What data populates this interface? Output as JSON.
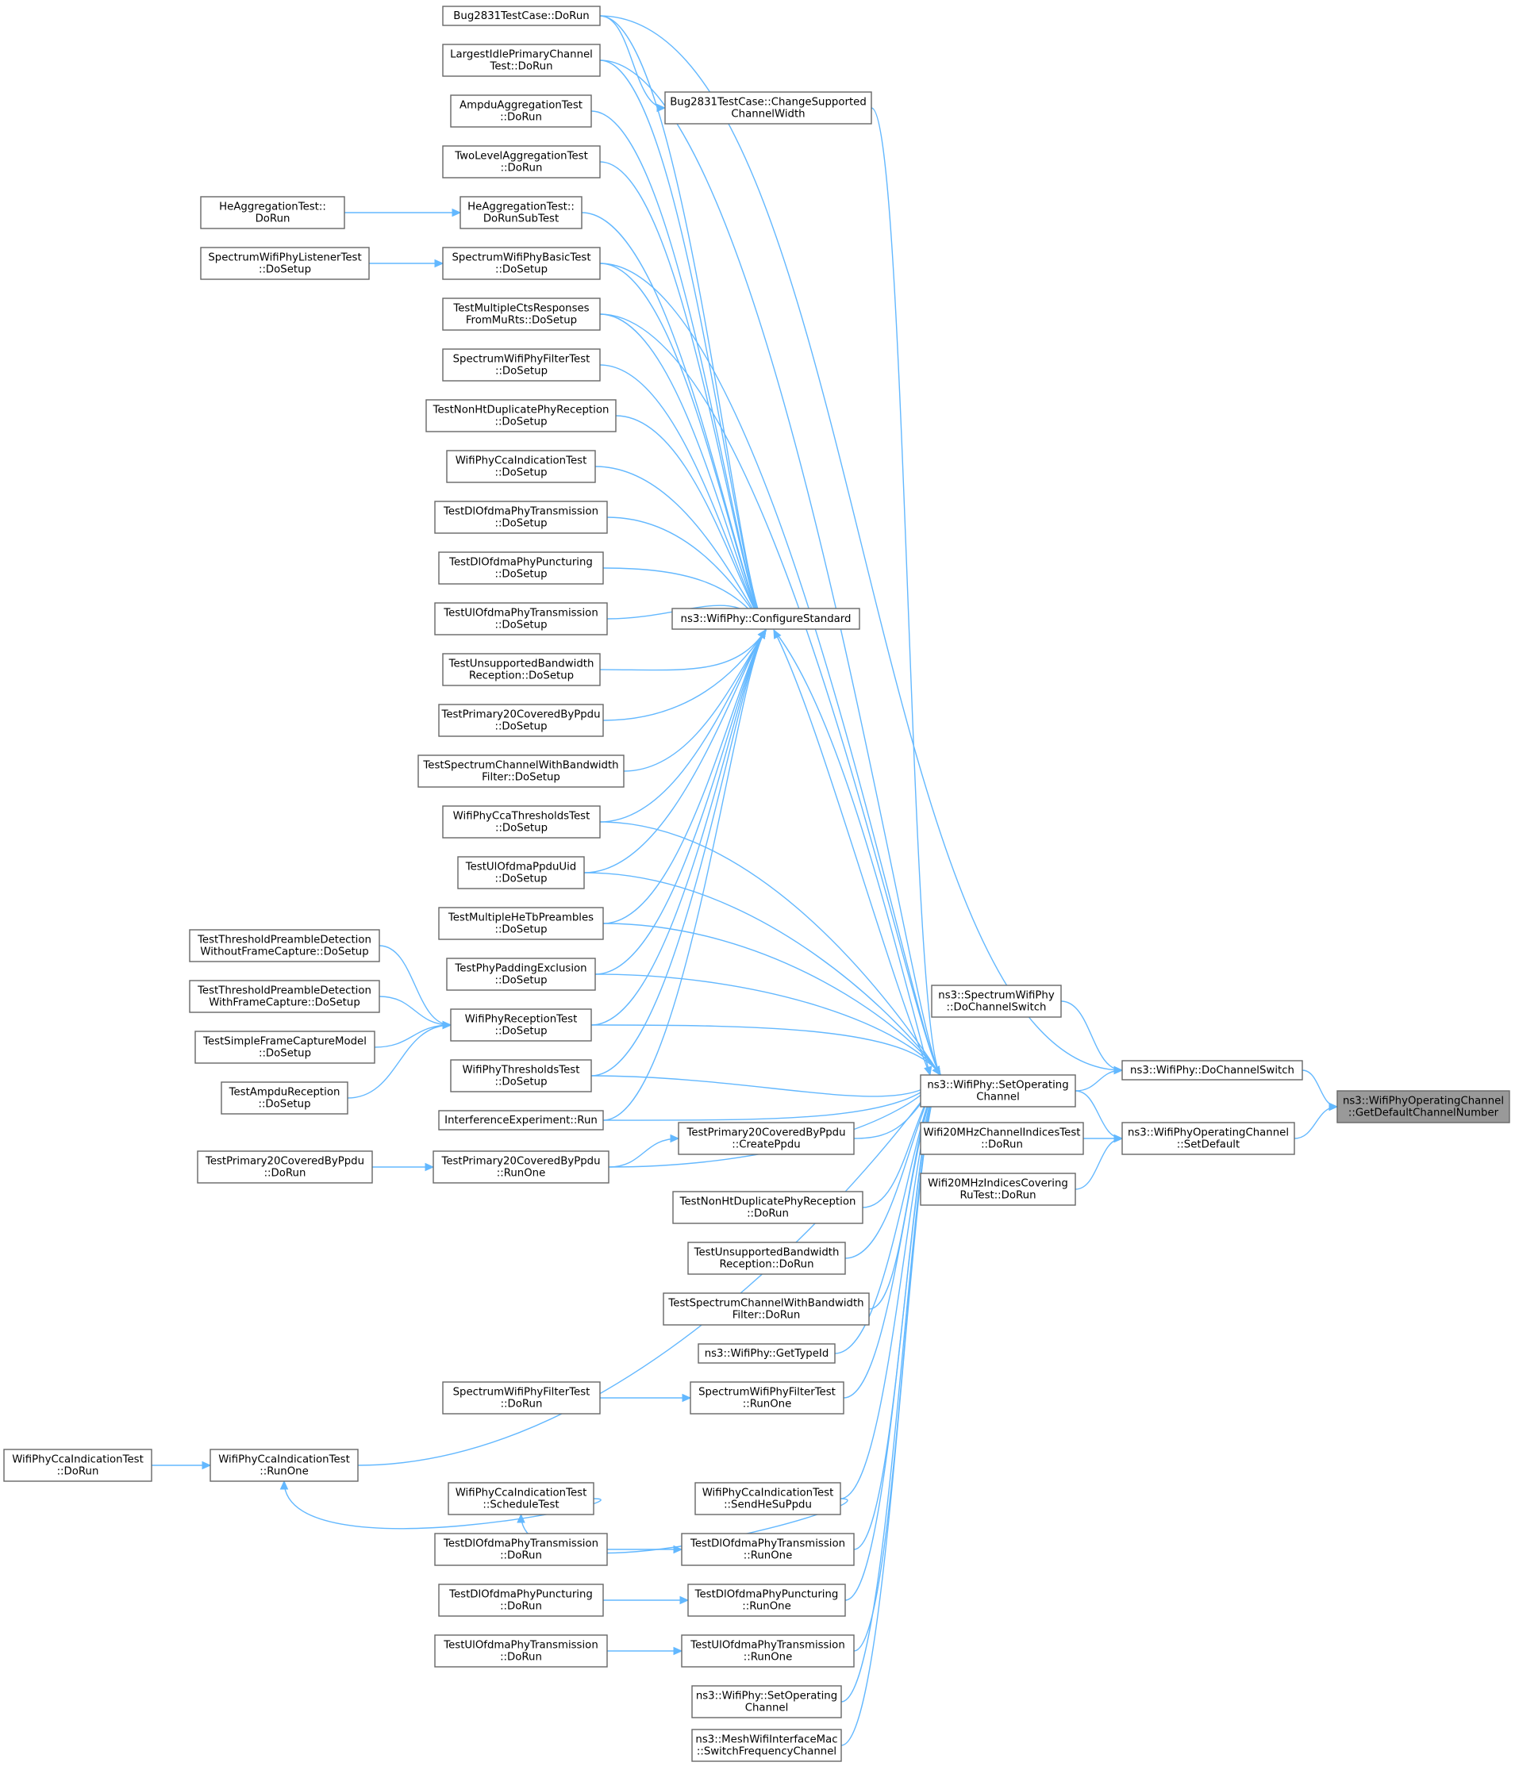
{
  "graph": {
    "target": "GetDefaultChannelNumber",
    "nodes": [
      {
        "id": "GetDefaultChannelNumber",
        "lines": [
          "ns3::WifiPhyOperatingChannel",
          "::GetDefaultChannelNumber"
        ]
      },
      {
        "id": "DoChannelSwitch",
        "lines": [
          "ns3::WifiPhy::DoChannelSwitch"
        ]
      },
      {
        "id": "SetDefault",
        "lines": [
          "ns3::WifiPhyOperatingChannel",
          "::SetDefault"
        ]
      },
      {
        "id": "SpectrumDoChannelSwitch",
        "lines": [
          "ns3::SpectrumWifiPhy",
          "::DoChannelSwitch"
        ]
      },
      {
        "id": "Wifi20MHzChannelIndices",
        "lines": [
          "Wifi20MHzChannelIndicesTest",
          "::DoRun"
        ]
      },
      {
        "id": "Wifi20MHzIndicesCovering",
        "lines": [
          "Wifi20MHzIndicesCovering",
          "RuTest::DoRun"
        ]
      },
      {
        "id": "SetOperatingChannel",
        "lines": [
          "ns3::WifiPhy::SetOperating",
          "Channel"
        ]
      },
      {
        "id": "ConfigureStandard",
        "lines": [
          "ns3::WifiPhy::ConfigureStandard"
        ]
      },
      {
        "id": "Bug2831ChangeSupported",
        "lines": [
          "Bug2831TestCase::ChangeSupported",
          "ChannelWidth"
        ]
      },
      {
        "id": "Bug2831DoRun",
        "lines": [
          "Bug2831TestCase::DoRun"
        ]
      },
      {
        "id": "LargestIdle",
        "lines": [
          "LargestIdlePrimaryChannel",
          "Test::DoRun"
        ]
      },
      {
        "id": "AmpduAggregation",
        "lines": [
          "AmpduAggregationTest",
          "::DoRun"
        ]
      },
      {
        "id": "TwoLevelAggregation",
        "lines": [
          "TwoLevelAggregationTest",
          "::DoRun"
        ]
      },
      {
        "id": "HeAggregationSub",
        "lines": [
          "HeAggregationTest::",
          "DoRunSubTest"
        ]
      },
      {
        "id": "HeAggregationDoRun",
        "lines": [
          "HeAggregationTest::",
          "DoRun"
        ]
      },
      {
        "id": "SpectrumBasic",
        "lines": [
          "SpectrumWifiPhyBasicTest",
          "::DoSetup"
        ]
      },
      {
        "id": "SpectrumListener",
        "lines": [
          "SpectrumWifiPhyListenerTest",
          "::DoSetup"
        ]
      },
      {
        "id": "MultipleCts",
        "lines": [
          "TestMultipleCtsResponses",
          "FromMuRts::DoSetup"
        ]
      },
      {
        "id": "SpectrumFilterSetup",
        "lines": [
          "SpectrumWifiPhyFilterTest",
          "::DoSetup"
        ]
      },
      {
        "id": "NonHtDupSetup",
        "lines": [
          "TestNonHtDuplicatePhyReception",
          "::DoSetup"
        ]
      },
      {
        "id": "CcaIndicationSetup",
        "lines": [
          "WifiPhyCcaIndicationTest",
          "::DoSetup"
        ]
      },
      {
        "id": "DlOfdmaTxSetup",
        "lines": [
          "TestDlOfdmaPhyTransmission",
          "::DoSetup"
        ]
      },
      {
        "id": "DlOfdmaPuncSetup",
        "lines": [
          "TestDlOfdmaPhyPuncturing",
          "::DoSetup"
        ]
      },
      {
        "id": "UlOfdmaTxSetup",
        "lines": [
          "TestUlOfdmaPhyTransmission",
          "::DoSetup"
        ]
      },
      {
        "id": "UnsupportedBwSetup",
        "lines": [
          "TestUnsupportedBandwidth",
          "Reception::DoSetup"
        ]
      },
      {
        "id": "Primary20Setup",
        "lines": [
          "TestPrimary20CoveredByPpdu",
          "::DoSetup"
        ]
      },
      {
        "id": "SpectrumChannelSetup",
        "lines": [
          "TestSpectrumChannelWithBandwidth",
          "Filter::DoSetup"
        ]
      },
      {
        "id": "CcaThresholdsSetup",
        "lines": [
          "WifiPhyCcaThresholdsTest",
          "::DoSetup"
        ]
      },
      {
        "id": "UlOfdmaPpduUid",
        "lines": [
          "TestUlOfdmaPpduUid",
          "::DoSetup"
        ]
      },
      {
        "id": "MultipleHeTb",
        "lines": [
          "TestMultipleHeTbPreambles",
          "::DoSetup"
        ]
      },
      {
        "id": "PhyPadding",
        "lines": [
          "TestPhyPaddingExclusion",
          "::DoSetup"
        ]
      },
      {
        "id": "ReceptionSetup",
        "lines": [
          "WifiPhyReceptionTest",
          "::DoSetup"
        ]
      },
      {
        "id": "ThresholdsSetup",
        "lines": [
          "WifiPhyThresholdsTest",
          "::DoSetup"
        ]
      },
      {
        "id": "Interference",
        "lines": [
          "InterferenceExperiment::Run"
        ]
      },
      {
        "id": "PreambleWithout",
        "lines": [
          "TestThresholdPreambleDetection",
          "WithoutFrameCapture::DoSetup"
        ]
      },
      {
        "id": "PreambleWith",
        "lines": [
          "TestThresholdPreambleDetection",
          "WithFrameCapture::DoSetup"
        ]
      },
      {
        "id": "SimpleFrameCapture",
        "lines": [
          "TestSimpleFrameCaptureModel",
          "::DoSetup"
        ]
      },
      {
        "id": "AmpduReception",
        "lines": [
          "TestAmpduReception",
          "::DoSetup"
        ]
      },
      {
        "id": "Primary20RunOne",
        "lines": [
          "TestPrimary20CoveredByPpdu",
          "::RunOne"
        ]
      },
      {
        "id": "Primary20DoRun",
        "lines": [
          "TestPrimary20CoveredByPpdu",
          "::DoRun"
        ]
      },
      {
        "id": "Primary20CreatePpdu",
        "lines": [
          "TestPrimary20CoveredByPpdu",
          "::CreatePpdu"
        ]
      },
      {
        "id": "NonHtDupDoRun",
        "lines": [
          "TestNonHtDuplicatePhyReception",
          "::DoRun"
        ]
      },
      {
        "id": "UnsupportedBwDoRun",
        "lines": [
          "TestUnsupportedBandwidth",
          "Reception::DoRun"
        ]
      },
      {
        "id": "SpectrumChannelDoRun",
        "lines": [
          "TestSpectrumChannelWithBandwidth",
          "Filter::DoRun"
        ]
      },
      {
        "id": "GetTypeId",
        "lines": [
          "ns3::WifiPhy::GetTypeId"
        ]
      },
      {
        "id": "SpectrumFilterRunOne",
        "lines": [
          "SpectrumWifiPhyFilterTest",
          "::RunOne"
        ]
      },
      {
        "id": "SpectrumFilterDoRun",
        "lines": [
          "SpectrumWifiPhyFilterTest",
          "::DoRun"
        ]
      },
      {
        "id": "CcaRunOne",
        "lines": [
          "WifiPhyCcaIndicationTest",
          "::RunOne"
        ]
      },
      {
        "id": "CcaDoRun",
        "lines": [
          "WifiPhyCcaIndicationTest",
          "::DoRun"
        ]
      },
      {
        "id": "CcaScheduleTest",
        "lines": [
          "WifiPhyCcaIndicationTest",
          "::ScheduleTest"
        ]
      },
      {
        "id": "CcaSendHeSu",
        "lines": [
          "WifiPhyCcaIndicationTest",
          "::SendHeSuPpdu"
        ]
      },
      {
        "id": "DlOfdmaTxDoRun",
        "lines": [
          "TestDlOfdmaPhyTransmission",
          "::DoRun"
        ]
      },
      {
        "id": "DlOfdmaTxRunOne",
        "lines": [
          "TestDlOfdmaPhyTransmission",
          "::RunOne"
        ]
      },
      {
        "id": "DlOfdmaPuncDoRun",
        "lines": [
          "TestDlOfdmaPhyPuncturing",
          "::DoRun"
        ]
      },
      {
        "id": "DlOfdmaPuncRunOne",
        "lines": [
          "TestDlOfdmaPhyPuncturing",
          "::RunOne"
        ]
      },
      {
        "id": "UlOfdmaTxDoRun",
        "lines": [
          "TestUlOfdmaPhyTransmission",
          "::DoRun"
        ]
      },
      {
        "id": "UlOfdmaTxRunOne",
        "lines": [
          "TestUlOfdmaPhyTransmission",
          "::RunOne"
        ]
      },
      {
        "id": "SetOperatingChannel2",
        "lines": [
          "ns3::WifiPhy::SetOperating",
          "Channel"
        ]
      },
      {
        "id": "SwitchFrequency",
        "lines": [
          "ns3::MeshWifiInterfaceMac",
          "::SwitchFrequencyChannel"
        ]
      }
    ],
    "edges": [
      [
        "DoChannelSwitch",
        "GetDefaultChannelNumber"
      ],
      [
        "SetDefault",
        "GetDefaultChannelNumber"
      ],
      [
        "SpectrumDoChannelSwitch",
        "DoChannelSwitch"
      ],
      [
        "SetOperatingChannel",
        "DoChannelSwitch"
      ],
      [
        "Wifi20MHzChannelIndices",
        "SetDefault"
      ],
      [
        "Wifi20MHzIndicesCovering",
        "SetDefault"
      ],
      [
        "SetOperatingChannel",
        "SetDefault"
      ],
      [
        "Bug2831DoRun",
        "DoChannelSwitch"
      ],
      [
        "ConfigureStandard",
        "SetOperatingChannel"
      ],
      [
        "SetOperatingChannel",
        "ConfigureStandard"
      ],
      [
        "Bug2831DoRun",
        "Bug2831ChangeSupported"
      ],
      [
        "Bug2831DoRun",
        "ConfigureStandard"
      ],
      [
        "Bug2831ChangeSupported",
        "SetOperatingChannel"
      ],
      [
        "LargestIdle",
        "ConfigureStandard"
      ],
      [
        "LargestIdle",
        "SetOperatingChannel"
      ],
      [
        "AmpduAggregation",
        "ConfigureStandard"
      ],
      [
        "TwoLevelAggregation",
        "ConfigureStandard"
      ],
      [
        "HeAggregationSub",
        "ConfigureStandard"
      ],
      [
        "HeAggregationDoRun",
        "HeAggregationSub"
      ],
      [
        "SpectrumBasic",
        "ConfigureStandard"
      ],
      [
        "SpectrumBasic",
        "SetOperatingChannel"
      ],
      [
        "SpectrumListener",
        "SpectrumBasic"
      ],
      [
        "MultipleCts",
        "ConfigureStandard"
      ],
      [
        "MultipleCts",
        "SetOperatingChannel"
      ],
      [
        "SpectrumFilterSetup",
        "ConfigureStandard"
      ],
      [
        "NonHtDupSetup",
        "ConfigureStandard"
      ],
      [
        "CcaIndicationSetup",
        "ConfigureStandard"
      ],
      [
        "DlOfdmaTxSetup",
        "ConfigureStandard"
      ],
      [
        "DlOfdmaPuncSetup",
        "ConfigureStandard"
      ],
      [
        "UlOfdmaTxSetup",
        "ConfigureStandard"
      ],
      [
        "UnsupportedBwSetup",
        "ConfigureStandard"
      ],
      [
        "Primary20Setup",
        "ConfigureStandard"
      ],
      [
        "SpectrumChannelSetup",
        "ConfigureStandard"
      ],
      [
        "CcaThresholdsSetup",
        "ConfigureStandard"
      ],
      [
        "CcaThresholdsSetup",
        "SetOperatingChannel"
      ],
      [
        "UlOfdmaPpduUid",
        "ConfigureStandard"
      ],
      [
        "UlOfdmaPpduUid",
        "SetOperatingChannel"
      ],
      [
        "MultipleHeTb",
        "ConfigureStandard"
      ],
      [
        "MultipleHeTb",
        "SetOperatingChannel"
      ],
      [
        "PhyPadding",
        "ConfigureStandard"
      ],
      [
        "PhyPadding",
        "SetOperatingChannel"
      ],
      [
        "ReceptionSetup",
        "ConfigureStandard"
      ],
      [
        "ReceptionSetup",
        "SetOperatingChannel"
      ],
      [
        "PreambleWithout",
        "ReceptionSetup"
      ],
      [
        "PreambleWith",
        "ReceptionSetup"
      ],
      [
        "SimpleFrameCapture",
        "ReceptionSetup"
      ],
      [
        "AmpduReception",
        "ReceptionSetup"
      ],
      [
        "ThresholdsSetup",
        "ConfigureStandard"
      ],
      [
        "ThresholdsSetup",
        "SetOperatingChannel"
      ],
      [
        "Interference",
        "ConfigureStandard"
      ],
      [
        "Interference",
        "SetOperatingChannel"
      ],
      [
        "Primary20RunOne",
        "SetOperatingChannel"
      ],
      [
        "Primary20DoRun",
        "Primary20RunOne"
      ],
      [
        "Primary20CreatePpdu",
        "SetOperatingChannel"
      ],
      [
        "Primary20RunOne",
        "Primary20CreatePpdu"
      ],
      [
        "NonHtDupDoRun",
        "SetOperatingChannel"
      ],
      [
        "UnsupportedBwDoRun",
        "SetOperatingChannel"
      ],
      [
        "SpectrumChannelDoRun",
        "SetOperatingChannel"
      ],
      [
        "GetTypeId",
        "SetOperatingChannel"
      ],
      [
        "SpectrumFilterRunOne",
        "SetOperatingChannel"
      ],
      [
        "SpectrumFilterDoRun",
        "SpectrumFilterRunOne"
      ],
      [
        "CcaRunOne",
        "SetOperatingChannel"
      ],
      [
        "CcaDoRun",
        "CcaRunOne"
      ],
      [
        "CcaScheduleTest",
        "CcaRunOne"
      ],
      [
        "CcaSendHeSu",
        "CcaScheduleTest"
      ],
      [
        "CcaSendHeSu",
        "SetOperatingChannel"
      ],
      [
        "DlOfdmaTxRunOne",
        "SetOperatingChannel"
      ],
      [
        "DlOfdmaTxDoRun",
        "DlOfdmaTxRunOne"
      ],
      [
        "DlOfdmaPuncRunOne",
        "SetOperatingChannel"
      ],
      [
        "DlOfdmaPuncDoRun",
        "DlOfdmaPuncRunOne"
      ],
      [
        "UlOfdmaTxRunOne",
        "SetOperatingChannel"
      ],
      [
        "UlOfdmaTxDoRun",
        "UlOfdmaTxRunOne"
      ],
      [
        "SetOperatingChannel2",
        "SetOperatingChannel"
      ],
      [
        "SwitchFrequency",
        "SetOperatingChannel"
      ]
    ]
  }
}
